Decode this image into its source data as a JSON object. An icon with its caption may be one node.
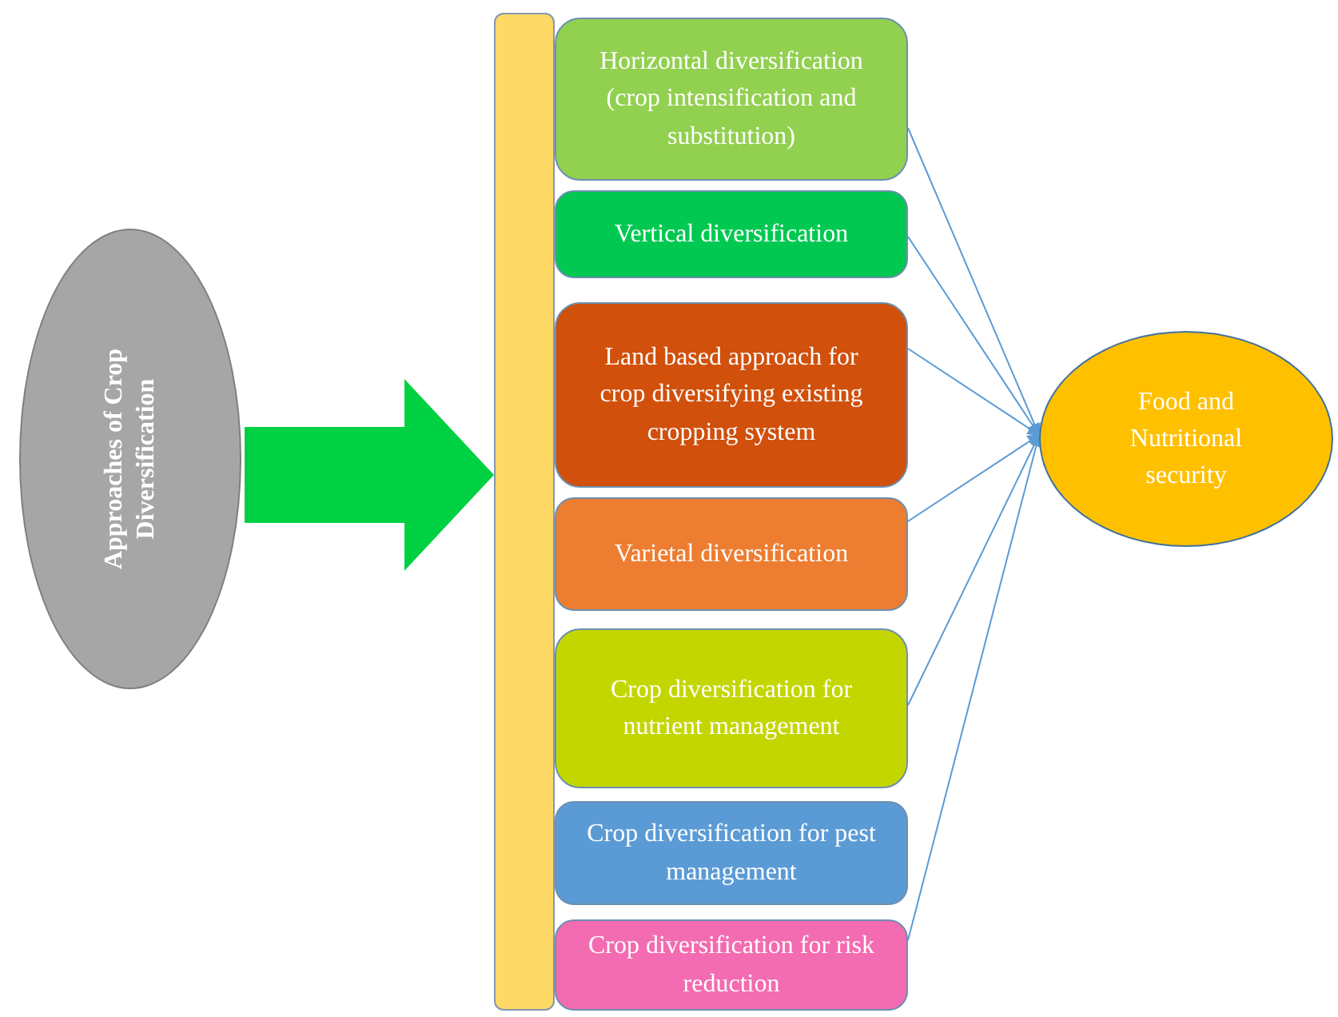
{
  "diagram": {
    "nodes": [
      {
        "text": [
          "Approaches of Crop Diversification"
        ]
      },
      {
        "text": [],
        "shape": "bar"
      },
      {
        "text": [
          "Horizontal diversification (crop intensification and substitution)"
        ]
      },
      {
        "text": [
          "Vertical diversification"
        ]
      },
      {
        "text": [
          "Land based approach for crop diversifying existing cropping system"
        ]
      },
      {
        "text": [
          "Varietal diversification"
        ]
      },
      {
        "text": [
          "Crop diversification for nutrient management"
        ]
      },
      {
        "text": [
          "Crop diversification for pest management"
        ]
      },
      {
        "text": [
          "Crop diversification for risk reduction"
        ]
      },
      {
        "text": [
          "Food and Nutritional security"
        ]
      }
    ],
    "edges": [
      {
        "from": 0,
        "to": 1,
        "arrow": "to",
        "style": "thick",
        "color": "#00d142"
      },
      {
        "from": 2,
        "to": 9,
        "arrow": "to"
      },
      {
        "from": 3,
        "to": 9,
        "arrow": "to"
      },
      {
        "from": 4,
        "to": 9,
        "arrow": "to"
      },
      {
        "from": 5,
        "to": 9,
        "arrow": "to"
      },
      {
        "from": 6,
        "to": 9,
        "arrow": "to"
      },
      {
        "from": 8,
        "to": 9,
        "arrow": "to"
      }
    ]
  }
}
